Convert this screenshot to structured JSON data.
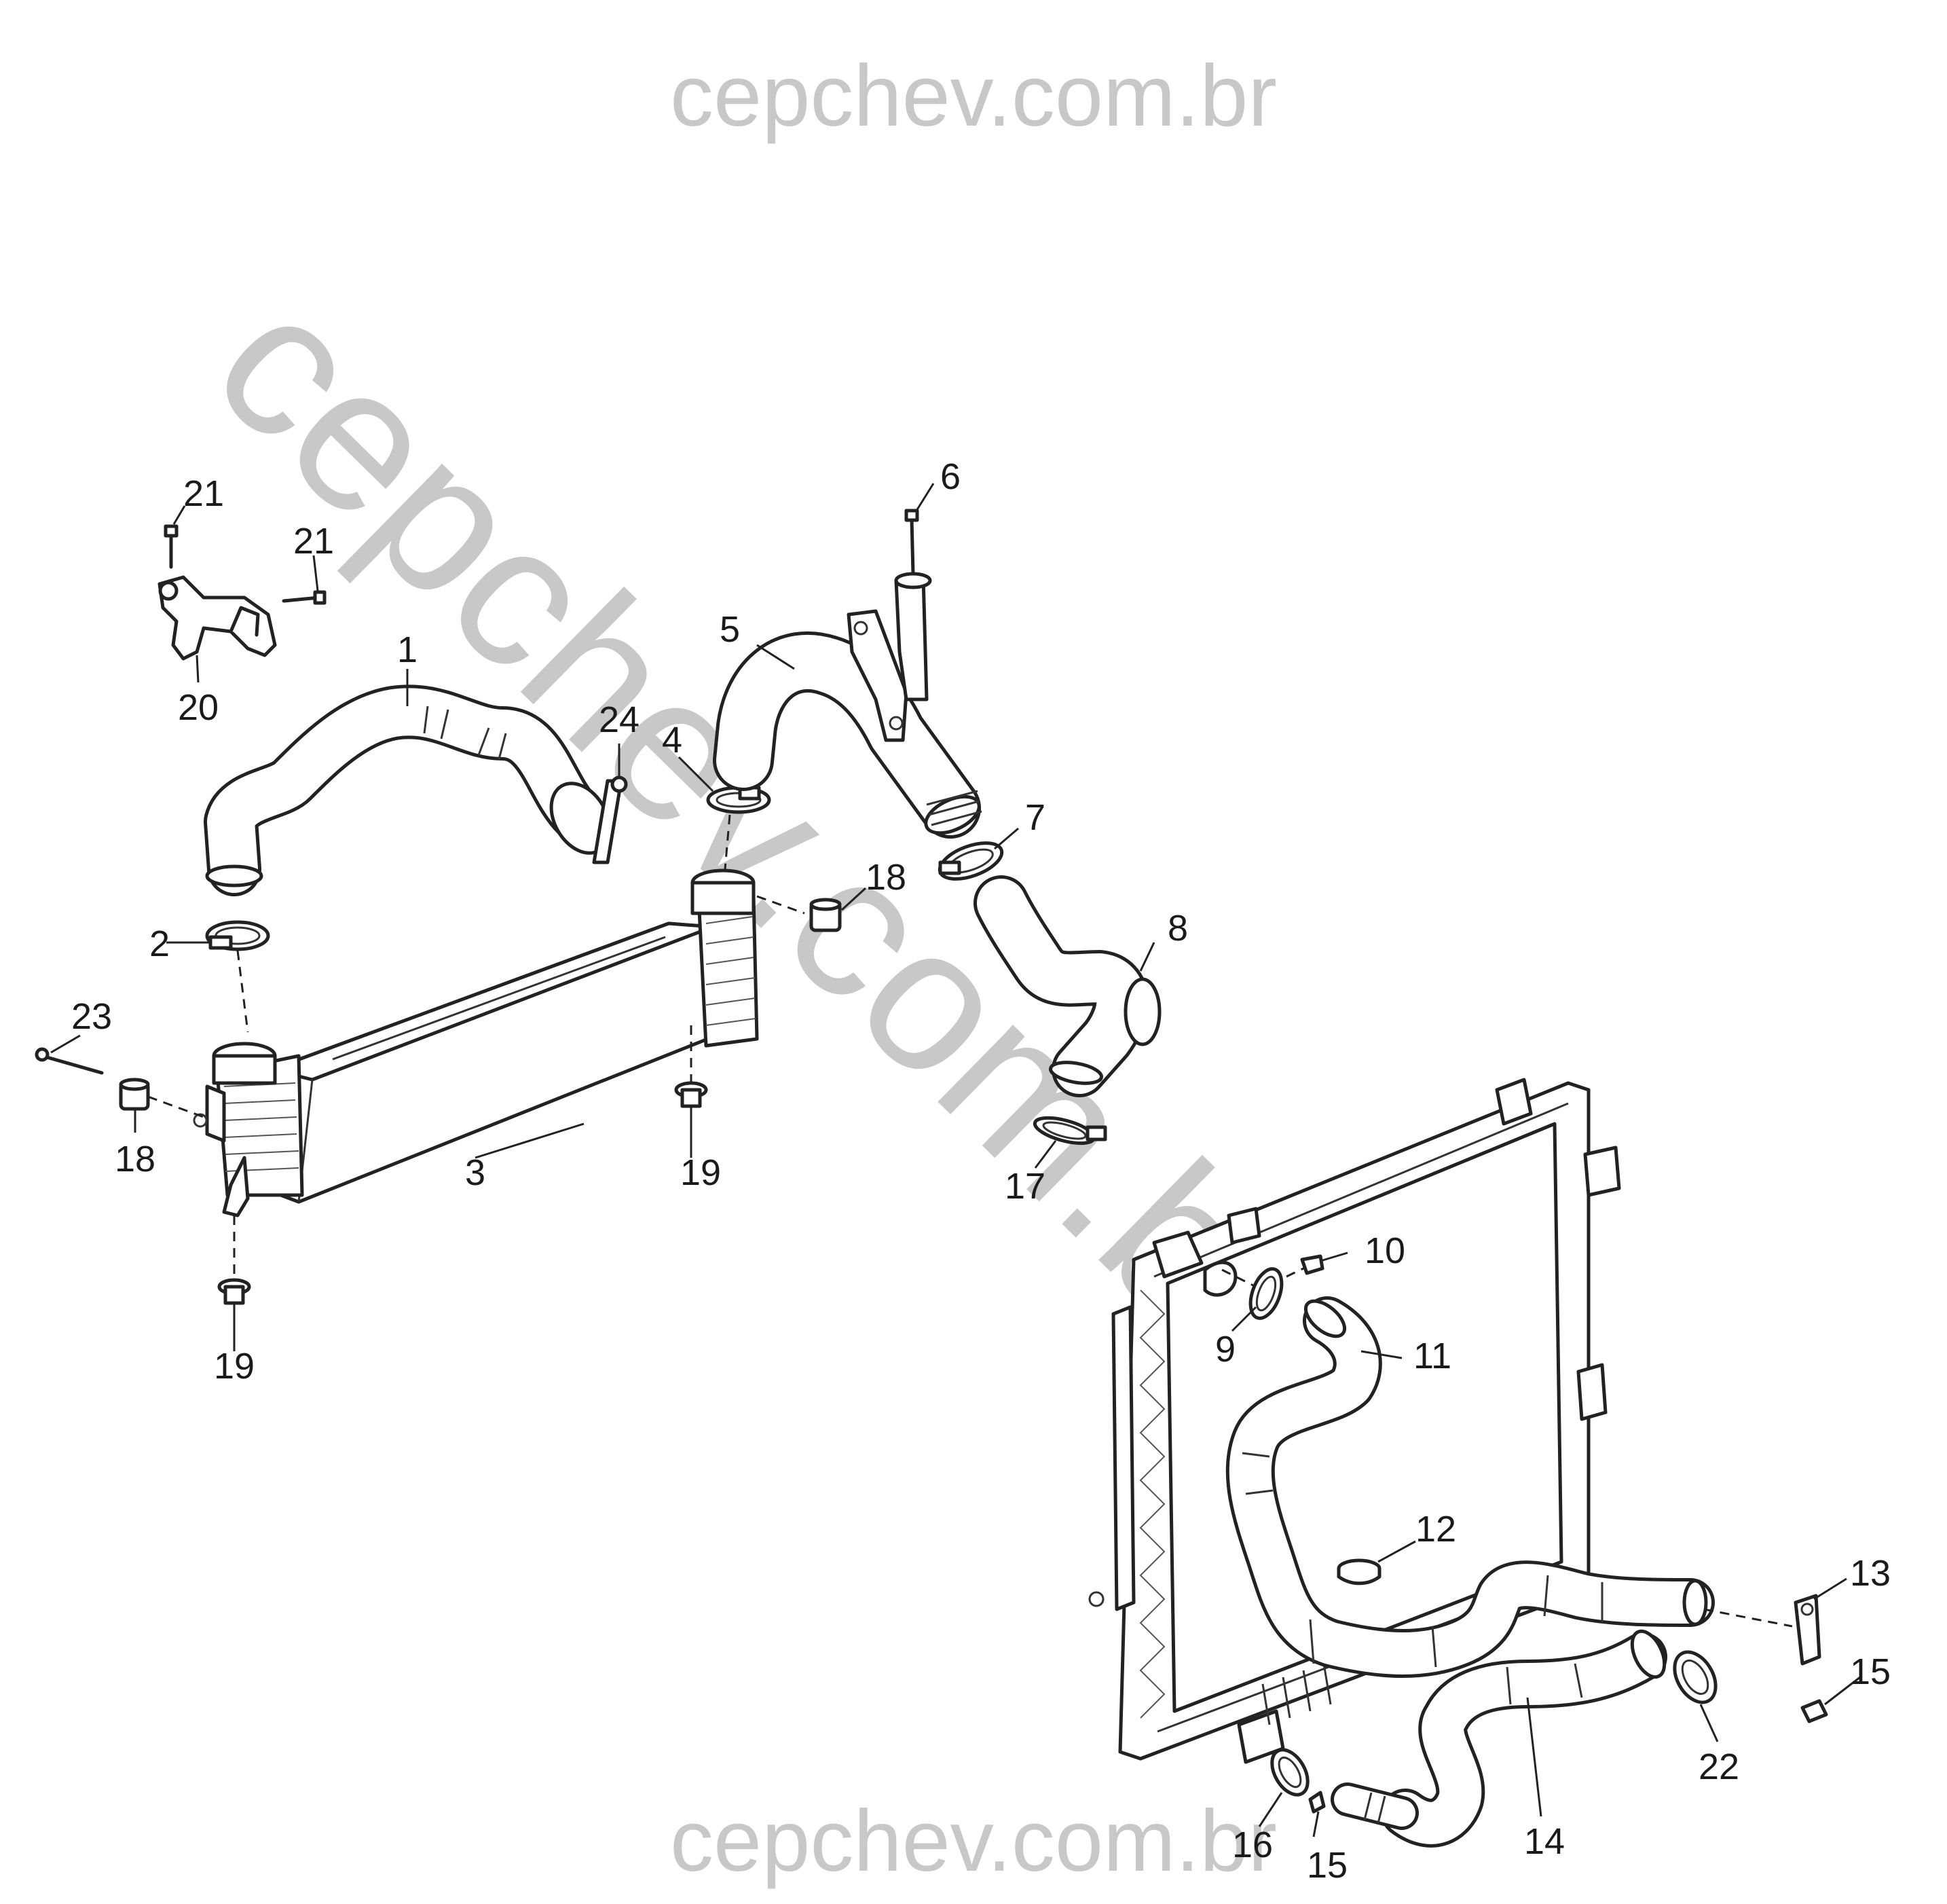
{
  "watermark": {
    "top": "cepchev.com.br",
    "bottom": "cepchev.com.br",
    "diagonal": "cepchev.com.br"
  },
  "callouts": [
    {
      "id": "c1",
      "text": "1"
    },
    {
      "id": "c2",
      "text": "2"
    },
    {
      "id": "c3",
      "text": "3"
    },
    {
      "id": "c4",
      "text": "4"
    },
    {
      "id": "c5",
      "text": "5"
    },
    {
      "id": "c6",
      "text": "6"
    },
    {
      "id": "c7",
      "text": "7"
    },
    {
      "id": "c8",
      "text": "8"
    },
    {
      "id": "c9",
      "text": "9"
    },
    {
      "id": "c10",
      "text": "10"
    },
    {
      "id": "c11",
      "text": "11"
    },
    {
      "id": "c12",
      "text": "12"
    },
    {
      "id": "c13",
      "text": "13"
    },
    {
      "id": "c14",
      "text": "14"
    },
    {
      "id": "c15a",
      "text": "15"
    },
    {
      "id": "c15b",
      "text": "15"
    },
    {
      "id": "c16",
      "text": "16"
    },
    {
      "id": "c17",
      "text": "17"
    },
    {
      "id": "c18a",
      "text": "18"
    },
    {
      "id": "c18b",
      "text": "18"
    },
    {
      "id": "c19a",
      "text": "19"
    },
    {
      "id": "c19b",
      "text": "19"
    },
    {
      "id": "c20",
      "text": "20"
    },
    {
      "id": "c21a",
      "text": "21"
    },
    {
      "id": "c21b",
      "text": "21"
    },
    {
      "id": "c22",
      "text": "22"
    },
    {
      "id": "c23",
      "text": "23"
    },
    {
      "id": "c24",
      "text": "24"
    }
  ]
}
